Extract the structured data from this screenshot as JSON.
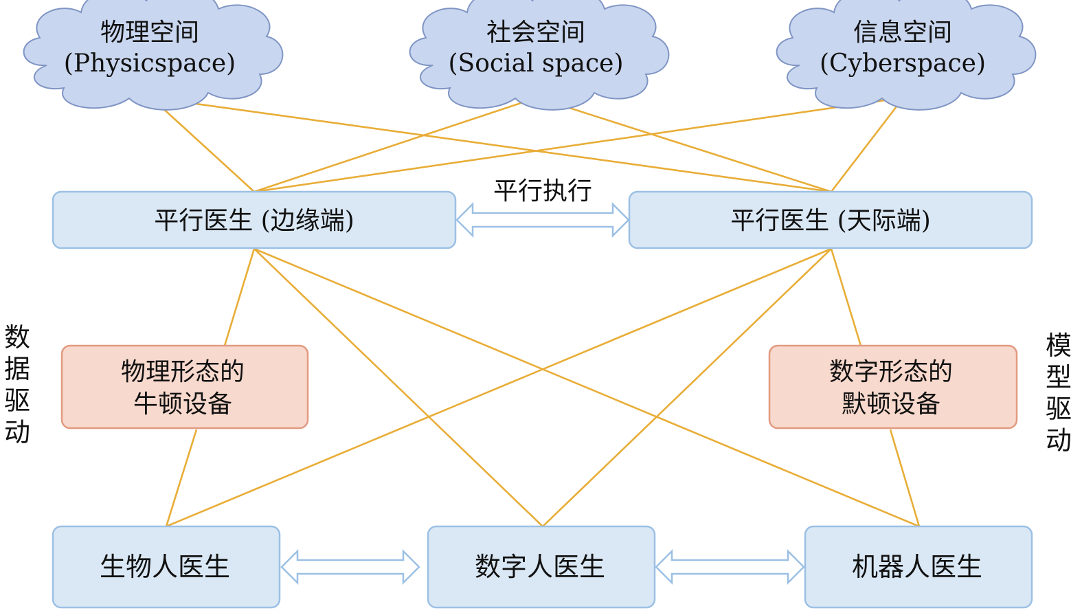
{
  "clouds": {
    "physical": {
      "line1": "物理空间",
      "line2": "(Physicspace)"
    },
    "social": {
      "line1": "社会空间",
      "line2": "(Social space)"
    },
    "cyber": {
      "line1": "信息空间",
      "line2": "(Cyberspace)"
    }
  },
  "parallel_execution_label": "平行执行",
  "parallel_edge": "平行医生 (边缘端)",
  "parallel_sky": "平行医生 (天际端)",
  "newton_device": {
    "line1": "物理形态的",
    "line2": "牛顿设备"
  },
  "merton_device": {
    "line1": "数字形态的",
    "line2": "默顿设备"
  },
  "bottom": {
    "bio_doctor": "生物人医生",
    "digital_doctor": "数字人医生",
    "robot_doctor": "机器人医生"
  },
  "side_left": [
    "数",
    "据",
    "驱",
    "动"
  ],
  "side_right": [
    "模",
    "型",
    "驱",
    "动"
  ],
  "colors": {
    "node_fill": "#dae8f5",
    "node_border": "#9cc0e4",
    "device_fill": "#f8d9cd",
    "device_border": "#e29a80",
    "cloud_fill": "#c9d6ef",
    "link_color": "#e8ad37"
  }
}
